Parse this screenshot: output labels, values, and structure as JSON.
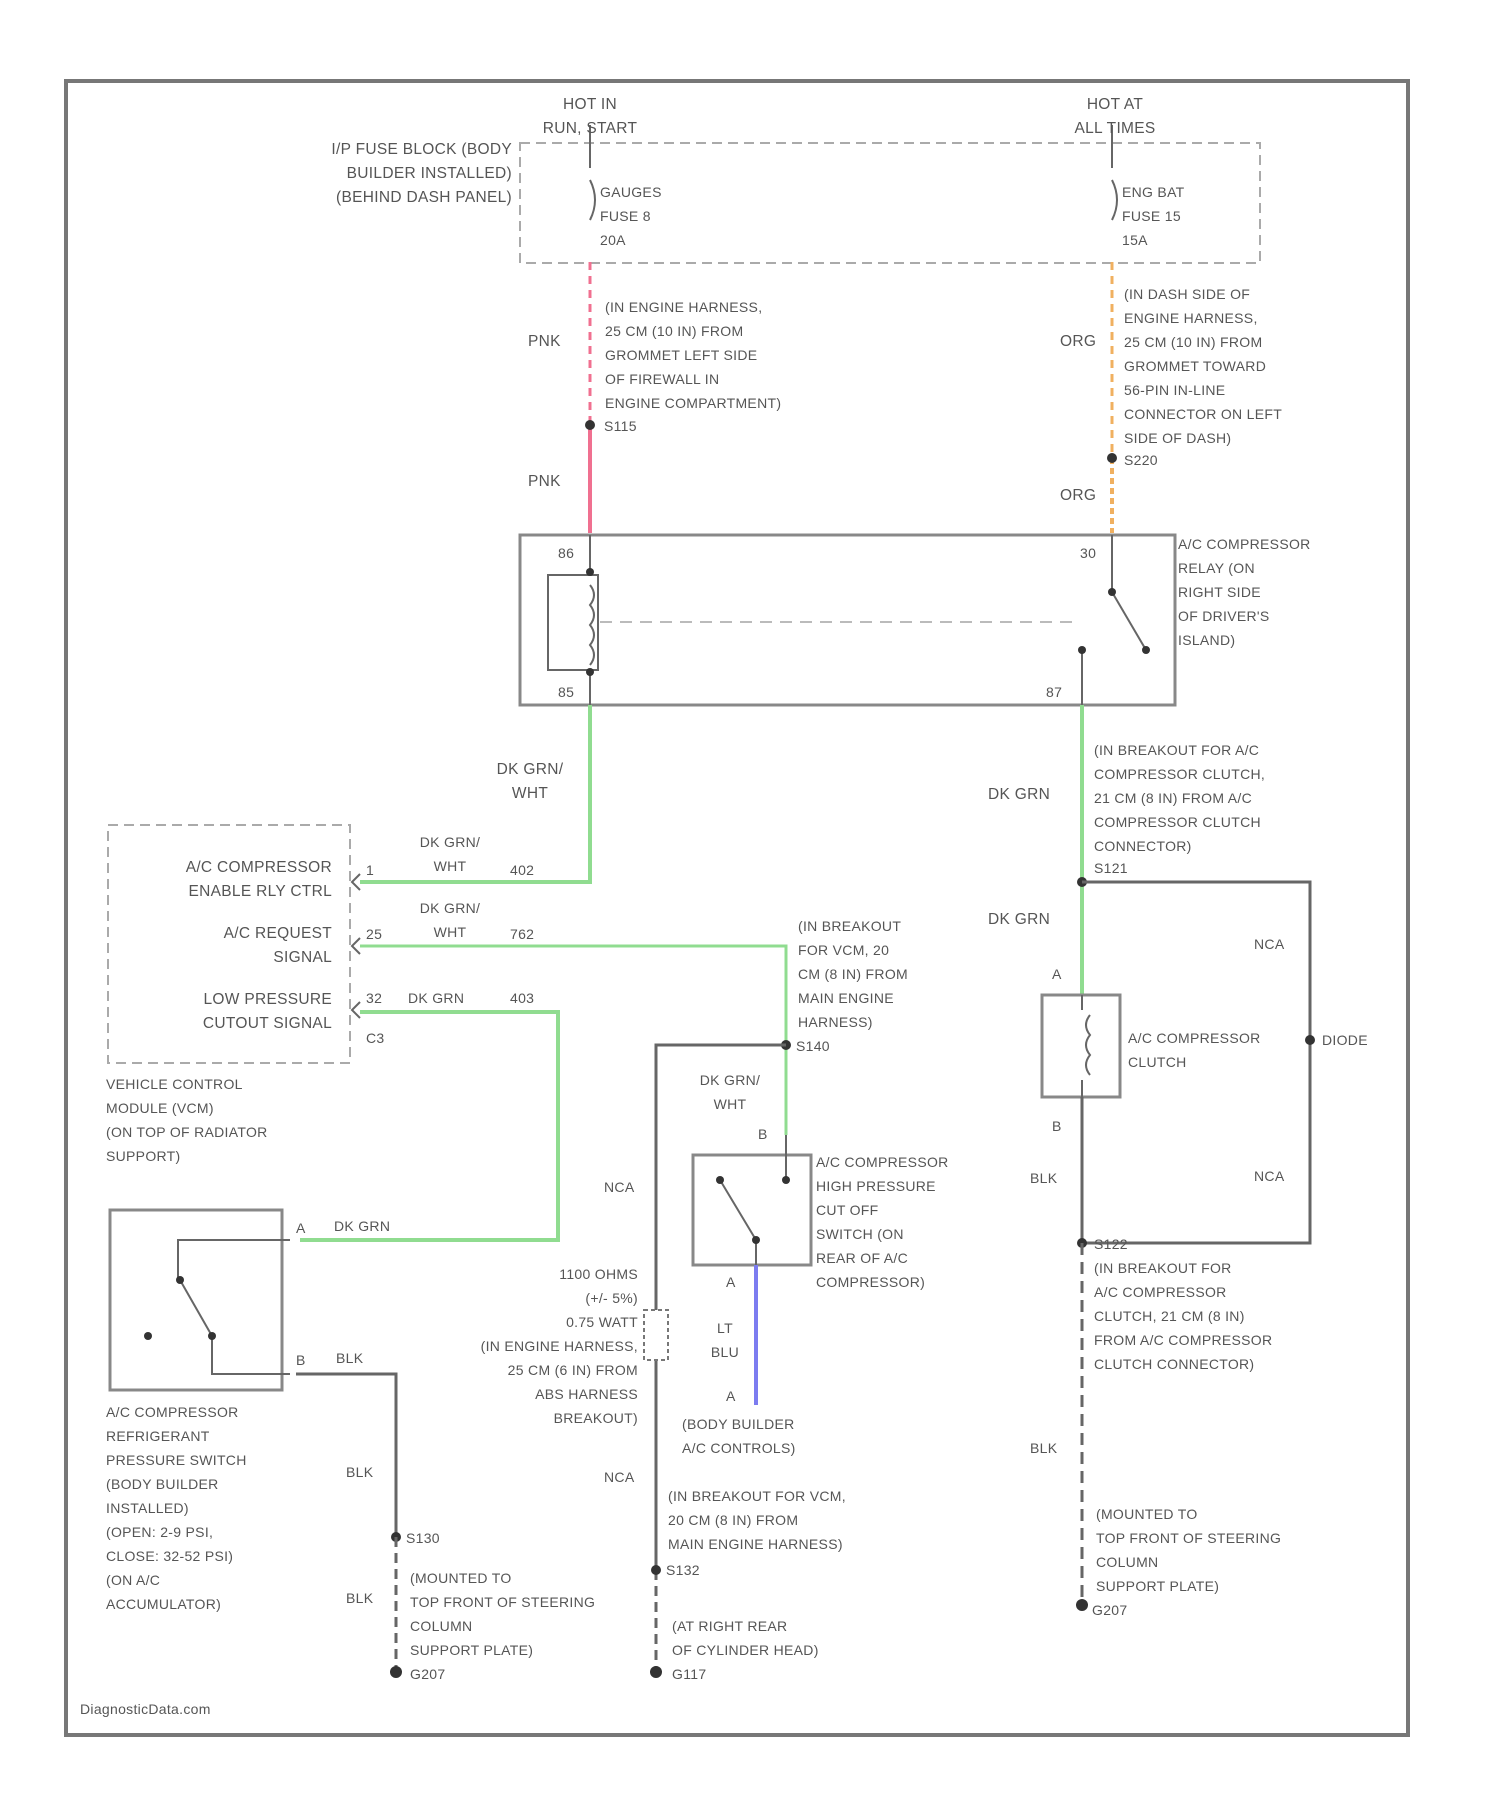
{
  "labels": {
    "hot_run_start": "HOT IN\nRUN, START",
    "hot_all_times": "HOT AT\nALL TIMES",
    "fuse_block": "I/P FUSE BLOCK (BODY\nBUILDER INSTALLED)\n(BEHIND DASH PANEL)",
    "gauges_fuse": "GAUGES\nFUSE 8\n20A",
    "eng_bat_fuse": "ENG BAT\nFUSE 15\n15A",
    "pnk_1": "PNK",
    "pnk_2": "PNK",
    "org_1": "ORG",
    "org_2": "ORG",
    "engine_harness_note": "(IN ENGINE HARNESS,\n25 CM (10 IN) FROM\nGROMMET LEFT SIDE\nOF FIREWALL IN\nENGINE COMPARTMENT)",
    "s115": "S115",
    "dash_side_note": "(IN DASH SIDE OF\nENGINE HARNESS,\n25 CM (10 IN) FROM\nGROMMET TOWARD\n56-PIN IN-LINE\nCONNECTOR ON LEFT\nSIDE OF DASH)",
    "s220": "S220",
    "relay_label": "A/C COMPRESSOR\nRELAY (ON\nRIGHT SIDE\nOF DRIVER'S\nISLAND)",
    "pin_86": "86",
    "pin_85": "85",
    "pin_30": "30",
    "pin_87": "87",
    "dk_grn_wht_1": "DK GRN/\nWHT",
    "dk_grn_1": "DK GRN",
    "dk_grn_2": "DK GRN",
    "breakout_clutch_note": "(IN BREAKOUT FOR A/C\nCOMPRESSOR CLUTCH,\n21 CM (8 IN) FROM A/C\nCOMPRESSOR CLUTCH\nCONNECTOR)",
    "s121": "S121",
    "vcm_label_1": "A/C COMPRESSOR\nENABLE RLY CTRL",
    "vcm_label_2": "A/C REQUEST\nSIGNAL",
    "vcm_label_3": "LOW PRESSURE\nCUTOUT SIGNAL",
    "vcm_pin_1": "1",
    "vcm_pin_2": "25",
    "vcm_pin_3": "32",
    "vcm_conn": "C3",
    "wire_1_color": "DK GRN/\nWHT",
    "wire_1_num": "402",
    "wire_2_color": "DK GRN/\nWHT",
    "wire_2_num": "762",
    "wire_3_color": "DK GRN",
    "wire_3_num": "403",
    "vcm_name": "VEHICLE CONTROL\nMODULE (VCM)\n(ON TOP OF RADIATOR\nSUPPORT)",
    "breakout_vcm_note_1": "(IN BREAKOUT\nFOR VCM, 20\nCM (8 IN) FROM\nMAIN ENGINE\nHARNESS)",
    "s140": "S140",
    "dk_grn_wht_2": "DK GRN/\nWHT",
    "pin_b_hp": "B",
    "pin_a_hp": "A",
    "high_pressure_switch": "A/C COMPRESSOR\nHIGH PRESSURE\nCUT OFF\nSWITCH (ON\nREAR OF A/C\nCOMPRESSOR)",
    "nca_1": "NCA",
    "nca_2": "NCA",
    "nca_3": "NCA",
    "nca_4": "NCA",
    "pin_a_clutch": "A",
    "pin_b_clutch": "B",
    "clutch_label": "A/C COMPRESSOR\nCLUTCH",
    "diode_label": "DIODE",
    "blk_clutch": "BLK",
    "lt_blu": "LT\nBLU",
    "pin_a_blu": "A",
    "body_builder_ac": "(BODY BUILDER\nA/C CONTROLS)",
    "resistor_note": "1100 OHMS\n(+/- 5%)\n0.75 WATT\n(IN ENGINE HARNESS,\n25 CM (6 IN) FROM\nABS HARNESS\nBREAKOUT)",
    "s122": "S122",
    "breakout_clutch_note_2": "(IN BREAKOUT FOR\nA/C COMPRESSOR\nCLUTCH, 21 CM (8 IN)\nFROM A/C COMPRESSOR\nCLUTCH CONNECTOR)",
    "blk_right": "BLK",
    "mounted_right": "(MOUNTED TO\nTOP FRONT OF STEERING\nCOLUMN\nSUPPORT PLATE)",
    "g207_right": "G207",
    "dk_grn_lp": "DK GRN",
    "pin_a_lp": "A",
    "pin_b_lp": "B",
    "blk_lp_1": "BLK",
    "blk_lp_2": "BLK",
    "blk_lp_3": "BLK",
    "refrig_switch": "A/C COMPRESSOR\nREFRIGERANT\nPRESSURE SWITCH\n(BODY BUILDER\nINSTALLED)\n(OPEN: 2-9 Psi,\nCLOSE: 32-52 Psi)\n(ON A/C\nACCUMULATOR)",
    "s130": "S130",
    "mounted_left": "(MOUNTED TO\nTOP FRONT OF STEERING\nCOLUMN\nSUPPORT PLATE)",
    "g207_left": "G207",
    "breakout_vcm_note_2": "(IN BREAKOUT FOR VCM,\n20 CM (8 IN) FROM\nMAIN ENGINE HARNESS)",
    "s132": "S132",
    "at_right_rear": "(AT RIGHT REAR\nOF CYLINDER HEAD)",
    "g117": "G117",
    "watermark": "DiagnosticData.com"
  },
  "colors": {
    "pink": "#f07090",
    "orange": "#f0b060",
    "green": "#90dc90",
    "blue": "#7c7cf0",
    "black_wire": "#555555",
    "frame": "#777777"
  }
}
